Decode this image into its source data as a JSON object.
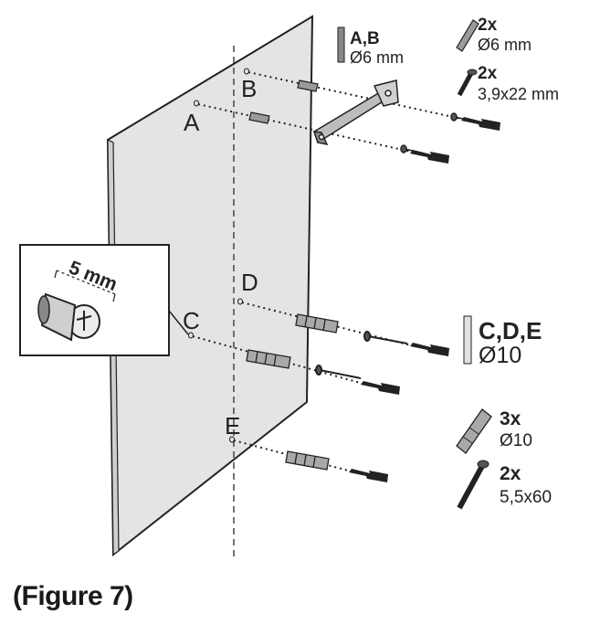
{
  "figure_caption": "(Figure 7)",
  "inset": {
    "dimension_label": "5 mm"
  },
  "holes": {
    "a": "A",
    "b": "B",
    "c": "C",
    "d": "D",
    "e": "E"
  },
  "legend": {
    "ab_group": {
      "holes": "A,B",
      "diameter": "Ø6 mm"
    },
    "ab_plug": {
      "qty": "2x",
      "size": "Ø6 mm"
    },
    "ab_screw": {
      "qty": "2x",
      "size": "3,9x22 mm"
    },
    "cde_group": {
      "holes": "C,D,E",
      "diameter": "Ø10"
    },
    "cde_plug": {
      "qty": "3x",
      "size": "Ø10"
    },
    "cde_screw": {
      "qty": "2x",
      "size": "5,5x60"
    }
  }
}
